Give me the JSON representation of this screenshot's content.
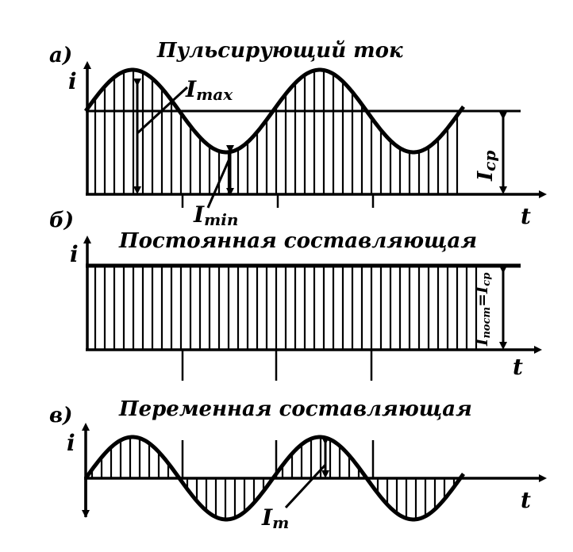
{
  "panels": [
    {
      "letter": "а)",
      "title": "Пульсирующий ток",
      "y_label": "i",
      "x_label": "t",
      "annotations": {
        "max": "I",
        "max_sub": "max",
        "min": "I",
        "min_sub": "min",
        "avg": "I",
        "avg_sub": "ср"
      }
    },
    {
      "letter": "б)",
      "title": "Постоянная составляющая",
      "y_label": "i",
      "x_label": "t",
      "annotations": {
        "dc": "I",
        "dc_sub": "пост",
        "dc_eq": "=I",
        "dc_eq_sub": "ср"
      }
    },
    {
      "letter": "в)",
      "title": "Переменная составляющая",
      "y_label": "i",
      "x_label": "t",
      "annotations": {
        "amp": "I",
        "amp_sub": "m"
      }
    }
  ],
  "colors": {
    "ink": "#000000",
    "paper": "#ffffff"
  }
}
